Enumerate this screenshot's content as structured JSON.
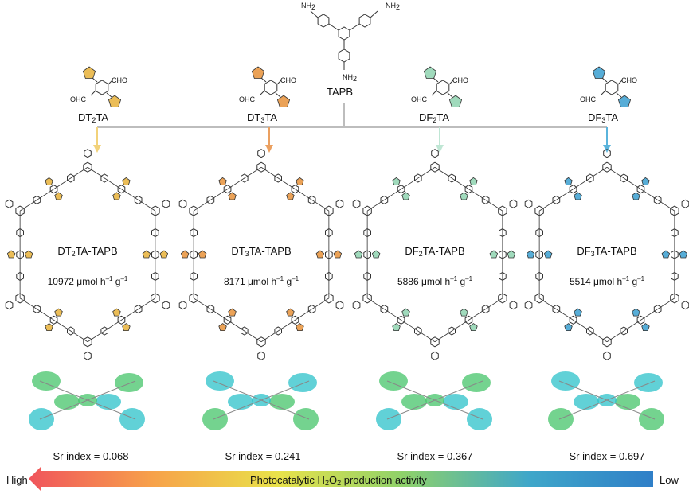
{
  "monomer": {
    "name": "TAPB",
    "amine": "NH",
    "amine_sub": "2"
  },
  "aldehyde_group": "CHO",
  "aldehyde_group_left": "OHC",
  "linkers": [
    {
      "name": "DT",
      "sub": "2",
      "suffix": "TA",
      "ring": "S",
      "color": "#e8b23a",
      "arrow_color": "#f2d27a"
    },
    {
      "name": "DT",
      "sub": "3",
      "suffix": "TA",
      "ring": "S",
      "color": "#e8923a",
      "arrow_color": "#eba060"
    },
    {
      "name": "DF",
      "sub": "2",
      "suffix": "TA",
      "ring": "O",
      "color": "#8fd3b0",
      "arrow_color": "#bfe6d4"
    },
    {
      "name": "DF",
      "sub": "3",
      "suffix": "TA",
      "ring": "O",
      "color": "#3a9fd0",
      "arrow_color": "#5ab4dc"
    }
  ],
  "cofs": [
    {
      "prefix": "DT",
      "sub": "2",
      "suffix": "TA-TAPB",
      "rate": "10972 μmol h",
      "rate_exp1": "–1",
      "rate_mid": " g",
      "rate_exp2": "–1",
      "sr": "Sr index = 0.068"
    },
    {
      "prefix": "DT",
      "sub": "3",
      "suffix": "TA-TAPB",
      "rate": "8171 μmol h",
      "rate_exp1": "–1",
      "rate_mid": " g",
      "rate_exp2": "–1",
      "sr": "Sr index = 0.241"
    },
    {
      "prefix": "DF",
      "sub": "2",
      "suffix": "TA-TAPB",
      "rate": "5886 μmol h",
      "rate_exp1": "–1",
      "rate_mid": " g",
      "rate_exp2": "–1",
      "sr": "Sr index = 0.367"
    },
    {
      "prefix": "DF",
      "sub": "3",
      "suffix": "TA-TAPB",
      "rate": "5514 μmol h",
      "rate_exp1": "–1",
      "rate_mid": " g",
      "rate_exp2": "–1",
      "sr": "Sr index = 0.697"
    }
  ],
  "activity_arrow": {
    "high": "High",
    "low": "Low",
    "label_pre": "Photocatalytic H",
    "label_sub1": "2",
    "label_mid": "O",
    "label_sub2": "2",
    "label_post": " production activity",
    "gradient": [
      "#f0545c",
      "#f7a24a",
      "#e9e24a",
      "#8ed16a",
      "#3fa7c9",
      "#2f7fc8"
    ]
  },
  "colors": {
    "bond": "#333333",
    "connector": "#bdbdbd",
    "isosurface_teal": "#2cc2c9",
    "isosurface_green": "#45c46a"
  }
}
